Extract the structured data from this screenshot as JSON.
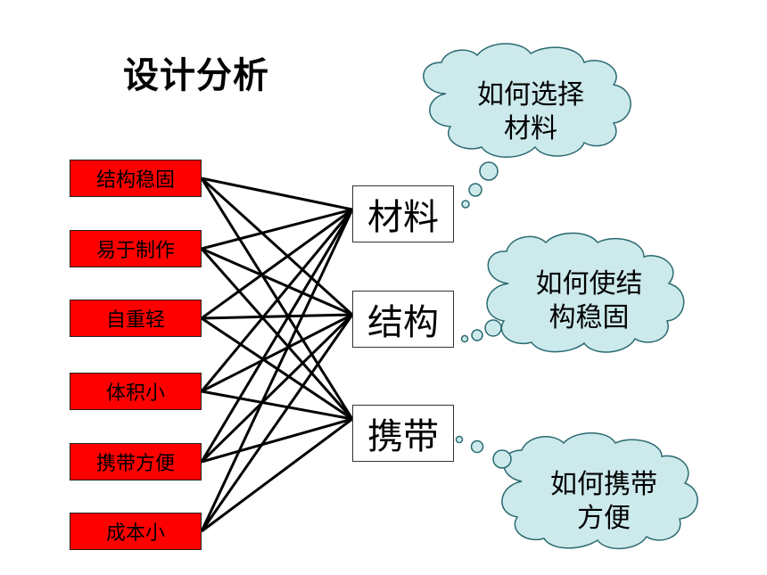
{
  "title": "设计分析",
  "requirements": [
    "结构稳固",
    "易于制作",
    "自重轻",
    "体积小",
    "携带方便",
    "成本小"
  ],
  "aspects": [
    "材料",
    "结构",
    "携带"
  ],
  "thoughts": [
    {
      "line1": "如何选择",
      "line2": "材料"
    },
    {
      "line1": "如何使结",
      "line2": "构稳固"
    },
    {
      "line1": "如何携带",
      "line2": "方便"
    }
  ],
  "colors": {
    "requirement_fill": "#ff0000",
    "cloud_fill": "#cce9ec",
    "line": "#000000"
  }
}
